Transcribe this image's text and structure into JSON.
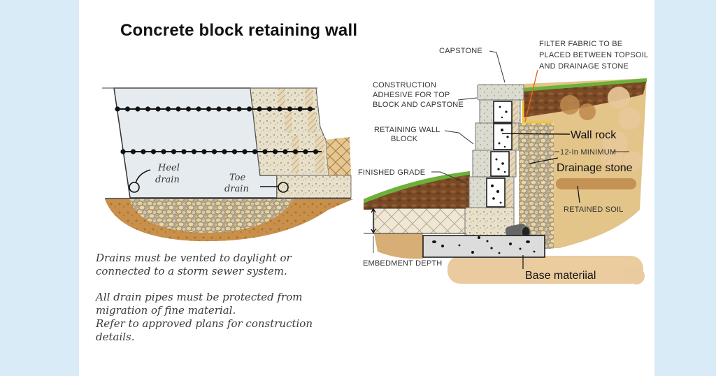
{
  "title": "Concrete block retaining wall",
  "left_diagram": {
    "labels": {
      "heel_drain_1": "Heel",
      "heel_drain_2": "drain",
      "toe_drain_1": "Toe",
      "toe_drain_2": "drain"
    }
  },
  "right_diagram": {
    "labels": {
      "capstone": "CAPSTONE",
      "filter_fabric_1": "FILTER FABRIC TO BE",
      "filter_fabric_2": "PLACED BETWEEN TOPSOIL",
      "filter_fabric_3": "AND DRAINAGE STONE",
      "adhesive_1": "CONSTRUCTION",
      "adhesive_2": "ADHESIVE FOR TOP",
      "adhesive_3": "BLOCK AND CAPSTONE",
      "block_1": "RETAINING WALL",
      "block_2": "BLOCK",
      "wall_rock": "Wall rock",
      "minimum": "12-In MINIMUM",
      "drainage_stone": "Drainage stone",
      "finished_grade": "FINISHED GRADE",
      "retained_soil": "RETAINED SOIL",
      "embedment_depth": "EMBEDMENT DEPTH",
      "base_material": "Base materiial"
    }
  },
  "notes": {
    "paragraph_1": "Drains must be vented to daylight or connected to a storm sewer system.",
    "paragraph_2a": "All drain pipes must be protected from migration of fine material.",
    "paragraph_2b": "Refer to approved plans for construction details."
  },
  "colors": {
    "background": "#d9ebf7",
    "panel": "#ffffff",
    "grass": "#6bb23a",
    "soil": "#c48a45",
    "topsoil": "#7a4a26",
    "stone": "#d8c49a",
    "block": "#ddd8c4",
    "filter_fabric": "#f2c531",
    "leader_orange": "#e8641e",
    "highlight": "#e9c99a"
  }
}
